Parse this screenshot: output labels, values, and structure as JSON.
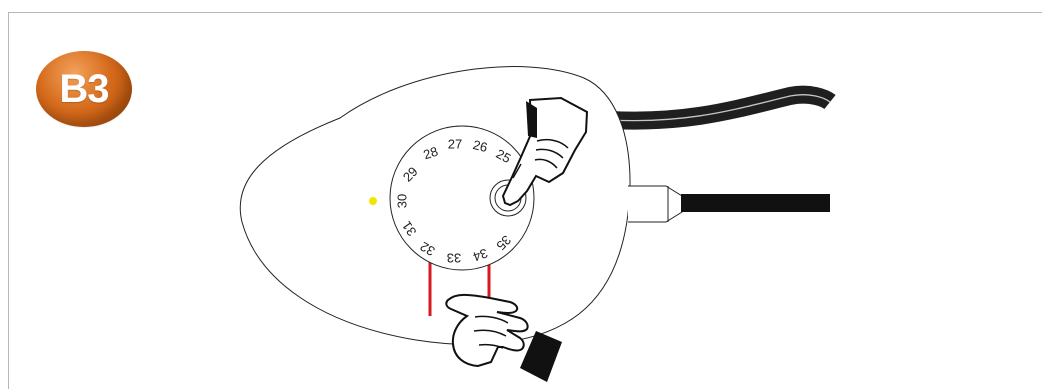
{
  "step_badge": {
    "label": "B3",
    "color": "#d66c1d"
  },
  "dial": {
    "numbers": [
      "25",
      "26",
      "27",
      "28",
      "29",
      "30",
      "31",
      "32",
      "33",
      "34",
      "35"
    ]
  },
  "colors": {
    "outline": "#222222",
    "cable": "#1f1f1f",
    "hose": "#111111",
    "red_lines": "#d71920",
    "indicator_dot": "#f2e500",
    "frame": "#b8b8b8"
  }
}
